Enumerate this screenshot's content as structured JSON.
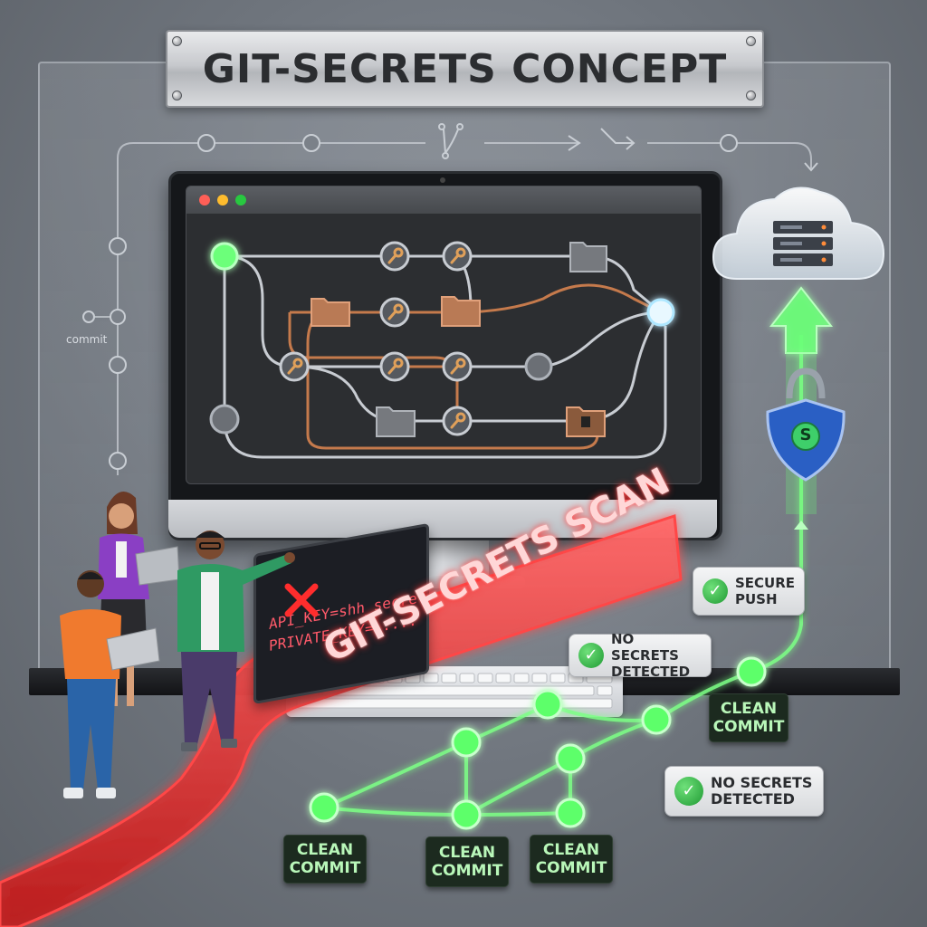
{
  "title": "GIT-SECRETS CONCEPT",
  "side_caption": "commit",
  "leaked_code": {
    "line1": "API_KEY=shh_secret",
    "line2": "PRIVATE_KEY=....."
  },
  "scan_label": "GIT-SECRETS SCAN",
  "clean_commit_label": "CLEAN\nCOMMIT",
  "bubbles": {
    "secure_push": "SECURE\nPUSH",
    "no_secrets_1": "NO SECRETS\nDETECTED",
    "no_secrets_2": "NO SECRETS\nDETECTED"
  },
  "tags": [
    {
      "line1": "CLEAN",
      "line2": "COMMIT"
    },
    {
      "line1": "CLEAN",
      "line2": "COMMIT"
    },
    {
      "line1": "CLEAN",
      "line2": "COMMIT"
    },
    {
      "line1": "CLEAN",
      "line2": "COMMIT"
    }
  ],
  "bubble_lines": {
    "secure_push": [
      "SECURE",
      "PUSH"
    ],
    "no_secrets_1": [
      "NO SECRETS",
      "DETECTED"
    ],
    "no_secrets_2": [
      "NO SECRETS",
      "DETECTED"
    ]
  },
  "shield_letter": "S",
  "colors": {
    "scan_red": "#ff3b3b",
    "clean_green": "#5dff6a",
    "branch_copper": "#c57a4c",
    "node_glow_blue": "#aee7ff",
    "shield_blue": "#2a5fc4"
  },
  "icons": [
    "key-icon",
    "folder-icon",
    "lock-icon",
    "cloud-icon",
    "server-icon",
    "shield-icon",
    "check-icon",
    "branch-icon",
    "error-x-icon"
  ]
}
